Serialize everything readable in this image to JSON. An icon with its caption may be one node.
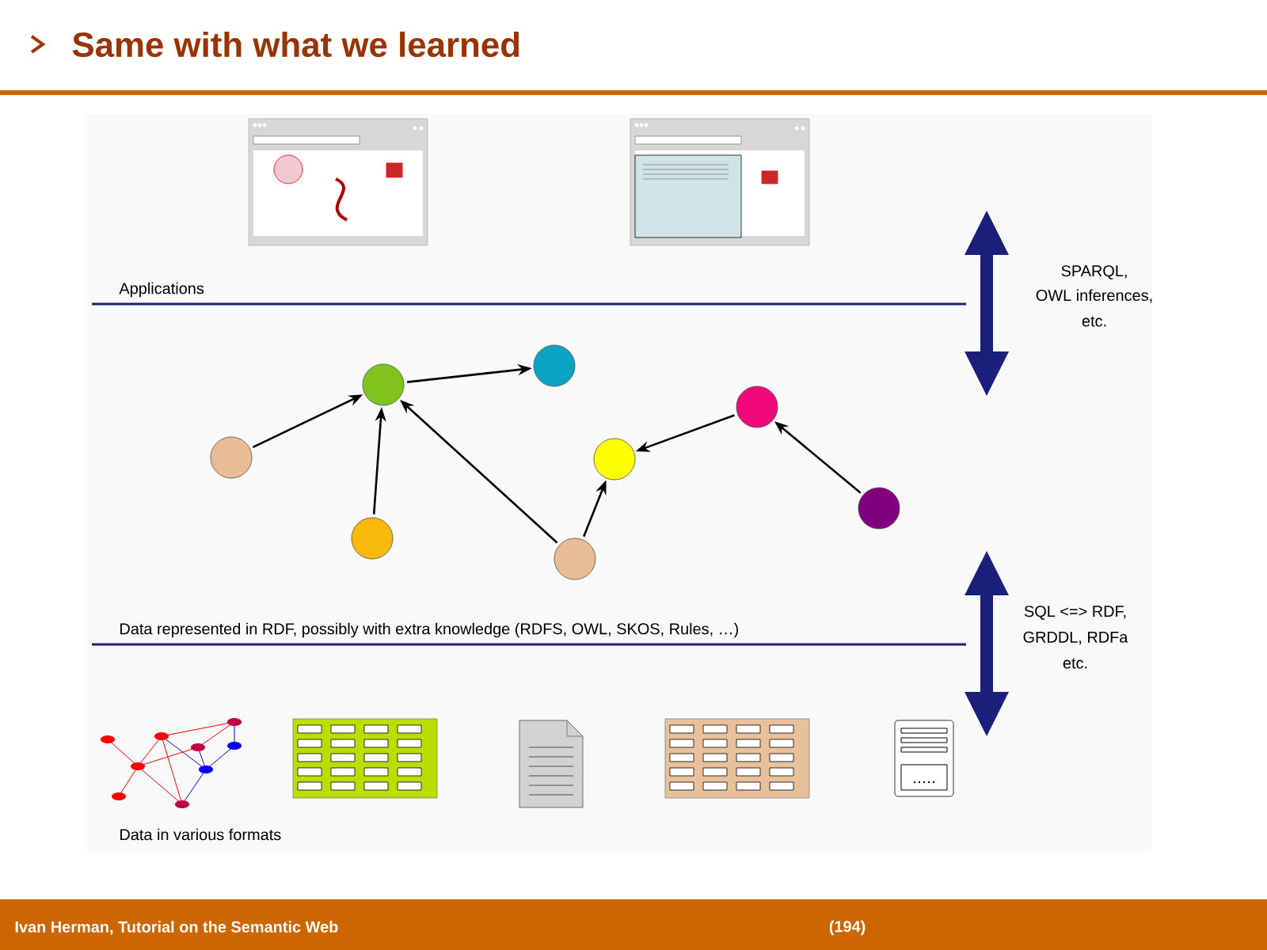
{
  "diagram": {
    "title": "Same with what we learned",
    "nodes": [
      {
        "text": [],
        "shape": "circle"
      },
      {
        "text": [],
        "shape": "circle"
      },
      {
        "text": [],
        "shape": "circle"
      },
      {
        "text": [],
        "shape": "circle"
      },
      {
        "text": [],
        "shape": "circle"
      },
      {
        "text": [],
        "shape": "circle"
      },
      {
        "text": [],
        "shape": "circle"
      },
      {
        "text": [],
        "shape": "circle"
      }
    ],
    "edges": [
      {
        "from": 0,
        "to": 2,
        "arrow": "to"
      },
      {
        "from": 1,
        "to": 2,
        "arrow": "to"
      },
      {
        "from": 2,
        "to": 3,
        "arrow": "to"
      },
      {
        "from": 4,
        "to": 2,
        "arrow": "to"
      },
      {
        "from": 4,
        "to": 5,
        "arrow": "to"
      },
      {
        "from": 6,
        "to": 5,
        "arrow": "to"
      },
      {
        "from": 7,
        "to": 6,
        "arrow": "to"
      }
    ],
    "labels": [
      "Applications",
      "SPARQL,",
      "OWL inferences,",
      "etc.",
      "Data represented in RDF, possibly with extra knowledge (RDFS, OWL, SKOS, Rules, …)",
      "SQL <=> RDF,",
      "GRDDL, RDFa",
      "etc.",
      "Data in various formats",
      "Ivan Herman, Tutorial on the Semantic Web",
      "(194)"
    ]
  }
}
